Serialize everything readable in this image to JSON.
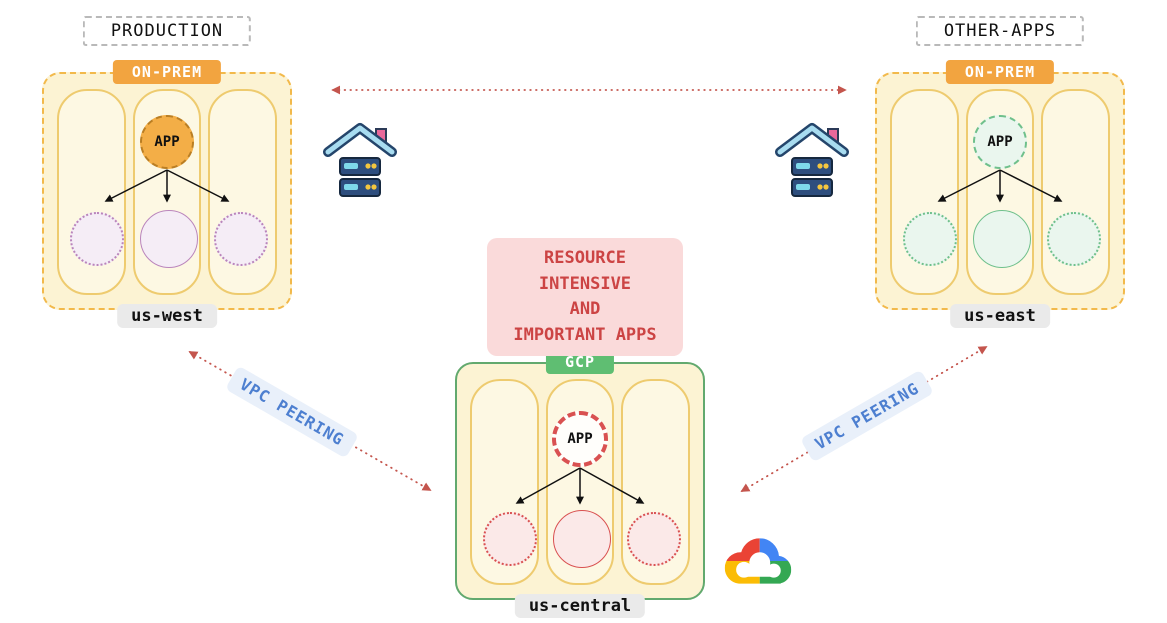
{
  "colors": {
    "arrow-red": "#C4554D",
    "accent-orange": "#F2A440",
    "accent-green": "#5FBE72",
    "container-yellow-bg": "#FCF3D3",
    "container-border-orange": "#F2B94B",
    "container-border-green": "#62A96E",
    "column-border": "#EECB6F",
    "column-bg": "#FDF8E3",
    "purple-border": "#BA85BC",
    "purple-bg": "#F5EDF6",
    "green-circle-border": "#6FC08C",
    "green-circle-bg": "#EAF6EE",
    "red-circle-border": "#D95151",
    "red-circle-bg": "#FBE9E8",
    "app-orange-bg": "#F3AE47",
    "app-orange-border": "#BA7E23",
    "vpc-blue": "#4D7FD0",
    "vpc-bg": "#E9F0FA",
    "callout-bg": "#FADADA",
    "callout-text": "#CC4444",
    "pill-bg": "#EAEAEA",
    "title-border": "#B9B9B9"
  },
  "left_group": {
    "title": "PRODUCTION",
    "badge": "ON-PREM",
    "app": "APP",
    "region": "us-west"
  },
  "right_group": {
    "title": "OTHER-APPS",
    "badge": "ON-PREM",
    "app": "APP",
    "region": "us-east"
  },
  "center_group": {
    "badge": "GCP",
    "app": "APP",
    "region": "us-central"
  },
  "callout": {
    "text": "RESOURCE\nINTENSIVE\nAND\nIMPORTANT APPS"
  },
  "labels": {
    "vpc_left": "VPC PEERING",
    "vpc_right": "VPC PEERING"
  },
  "icons": {
    "left": "home-server-icon",
    "right": "home-server-icon",
    "cloud": "google-cloud-icon"
  }
}
